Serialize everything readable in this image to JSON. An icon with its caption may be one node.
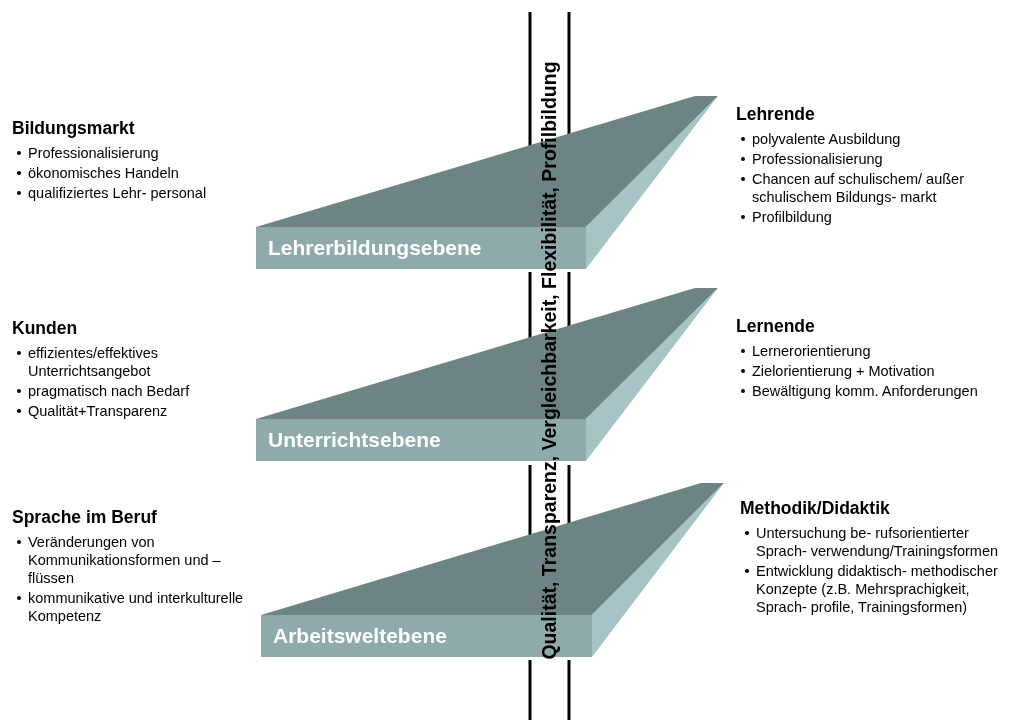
{
  "diagram": {
    "nodes": [
      {
        "text": [
          "Lehrerbildungsebene"
        ]
      },
      {
        "text": [
          "Unterrichtsebene"
        ]
      },
      {
        "text": [
          "Arbeitsweltebene"
        ]
      }
    ],
    "labels": [
      "Qualität, Transparenz, Vergleichbarkeit, Flexibilität, Profilbildung",
      "Bildungsmarkt",
      "Professionalisierung",
      "ökonomisches Handeln",
      "qualifiziertes Lehr- personal",
      "Lehrende",
      "polyvalente Ausbildung",
      "Professionalisierung",
      "Chancen auf schulischem/ außer schulischem Bildungs- markt",
      "Profilbildung",
      "Kunden",
      "effizientes/effektives Unterrichtsangebot",
      "pragmatisch nach Bedarf",
      "Qualität+Transparenz",
      "Lernende",
      "Lernerorientierung",
      "Zielorientierung + Motivation",
      "Bewältigung komm. Anforderungen",
      "Sprache im Beruf",
      "Veränderungen von Kommunikationsformen und –flüssen",
      "kommunikative und interkulturelle Kompetenz",
      "Methodik/Didaktik",
      "Untersuchung be- rufsorientierter Sprach- verwendung/Trainingsformen",
      "Entwicklung didaktisch- methodischer Konzepte (z.B. Mehrsprachigkeit, Sprach- profile, Trainingsformen)"
    ]
  }
}
